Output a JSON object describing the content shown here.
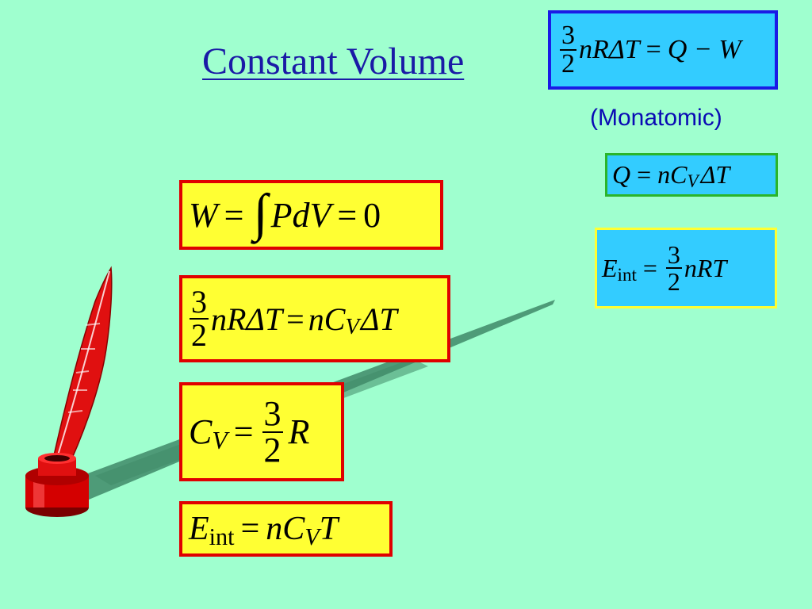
{
  "slide": {
    "title": "Constant Volume",
    "monatomic_note": "(Monatomic)"
  },
  "colors": {
    "background": "#9fffcf",
    "title": "#1a1aa6",
    "yellow_box": "#ffff33",
    "yellow_border": "#e00000",
    "cyan_box": "#33ccff",
    "blue_border": "#1a1ae6",
    "green_border": "#2ab52a",
    "yellow_outline": "#ffff33"
  },
  "equations": {
    "first_law": {
      "num": "3",
      "den": "2",
      "lhs": "nRΔT",
      "eq": "=",
      "rhs": "Q − W"
    },
    "heat": {
      "q": "Q",
      "eq": "=",
      "n": "nC",
      "sub": "V",
      "tail": "ΔT"
    },
    "internal_energy": {
      "e": "E",
      "sub": "int",
      "eq": "=",
      "num": "3",
      "den": "2",
      "rhs": "nRT"
    },
    "work": {
      "w": "W",
      "eq1": "=",
      "int": "∫",
      "pdv": "PdV",
      "eq2": "=",
      "zero": "0"
    },
    "equate": {
      "num": "3",
      "den": "2",
      "lhs": "nRΔT",
      "eq": "=",
      "n": "nC",
      "sub": "V",
      "tail": "ΔT"
    },
    "cv": {
      "c": "C",
      "sub": "V",
      "eq": "=",
      "num": "3",
      "den": "2",
      "r": "R"
    },
    "eint_cv": {
      "e": "E",
      "sub": "int",
      "eq": "=",
      "n": "nC",
      "sub2": "V",
      "t": "T"
    }
  },
  "icons": [
    "quill-pen-icon",
    "inkwell-icon",
    "pen-shadow-icon"
  ]
}
